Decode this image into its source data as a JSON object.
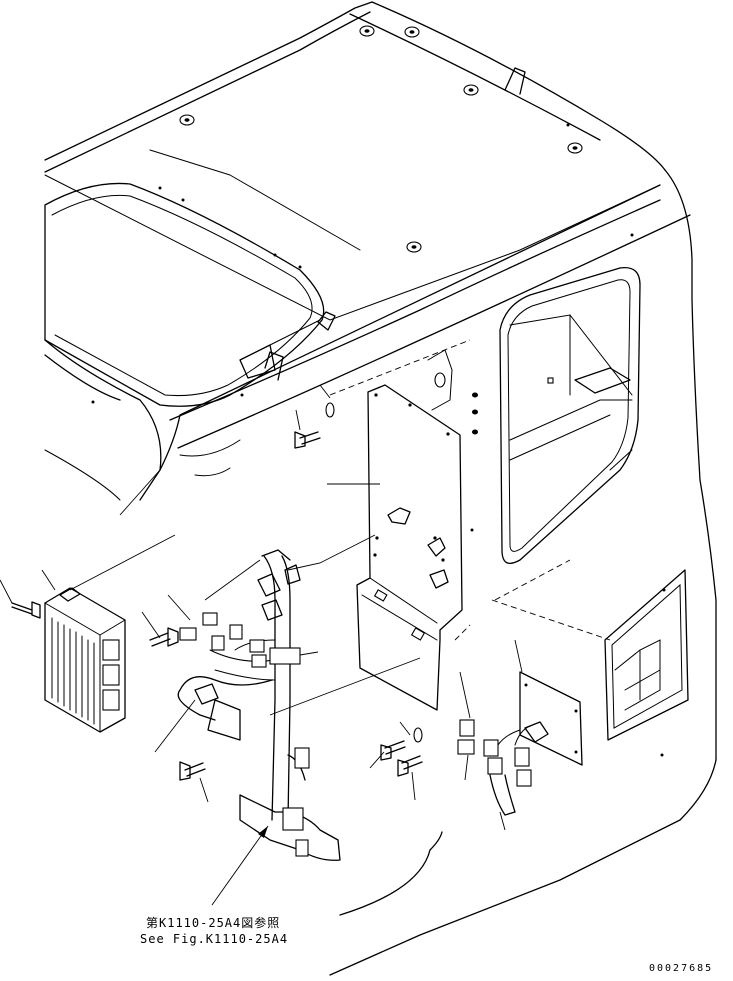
{
  "reference_note": {
    "japanese": "第K1110-25A4図参照",
    "english": "See Fig.K1110-25A4"
  },
  "document_number": "00027685"
}
